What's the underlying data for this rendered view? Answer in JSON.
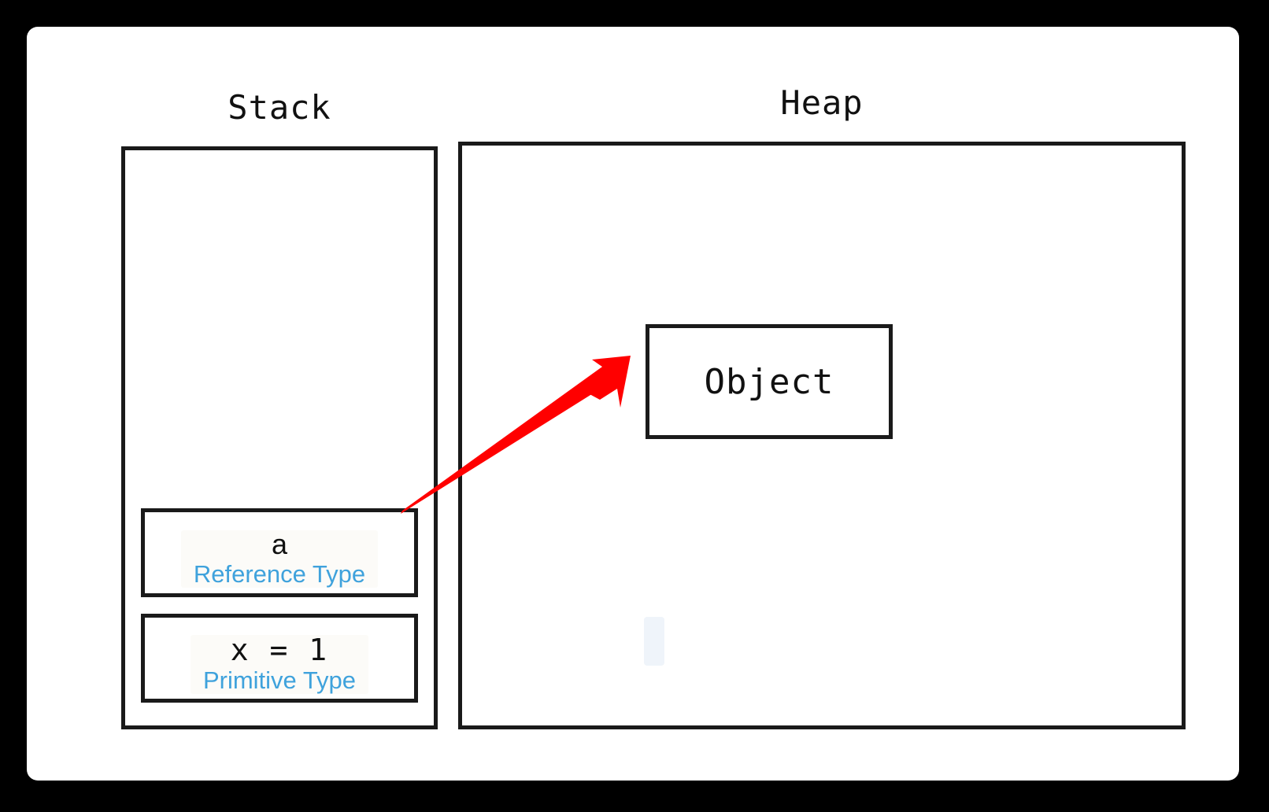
{
  "canvas": {
    "background_color": "#000000",
    "card_background": "#ffffff"
  },
  "diagram": {
    "title_stack": "Stack",
    "title_heap": "Heap",
    "accent_blue": "#3FA2DC",
    "arrow_color": "#FF0000",
    "line_color": "#1a1a1a"
  },
  "stack": {
    "label": "Stack",
    "slots": [
      {
        "value": "a",
        "type_label": "Reference Type",
        "kind": "reference"
      },
      {
        "value": "x = 1",
        "type_label": "Primitive Type",
        "kind": "primitive"
      }
    ]
  },
  "heap": {
    "label": "Heap",
    "objects": [
      {
        "label": "Object"
      }
    ]
  },
  "arrow": {
    "from": "stack-slot-reference",
    "to": "heap-object",
    "color": "#FF0000",
    "description": "reference points to object"
  }
}
